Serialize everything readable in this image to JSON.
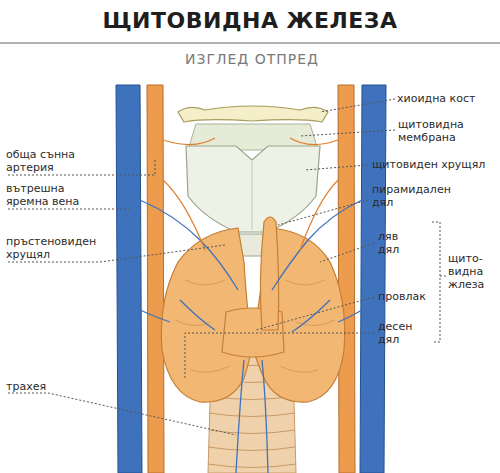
{
  "diagram": {
    "title": "ЩИТОВИДНА ЖЕЛЕЗА",
    "labels": [
      "ИЗГЛЕД ОТПРЕД",
      "хиоидна кост",
      "щитовидна мембрана",
      "щитовиден хрущял",
      "пирамидален дял",
      "ляв дял",
      "провлак",
      "десен дял",
      "щито- видна жлеза",
      "обща сънна артерия",
      "вътрешна яремна вена",
      "пръстеновиден хрущял",
      "трахея"
    ]
  }
}
